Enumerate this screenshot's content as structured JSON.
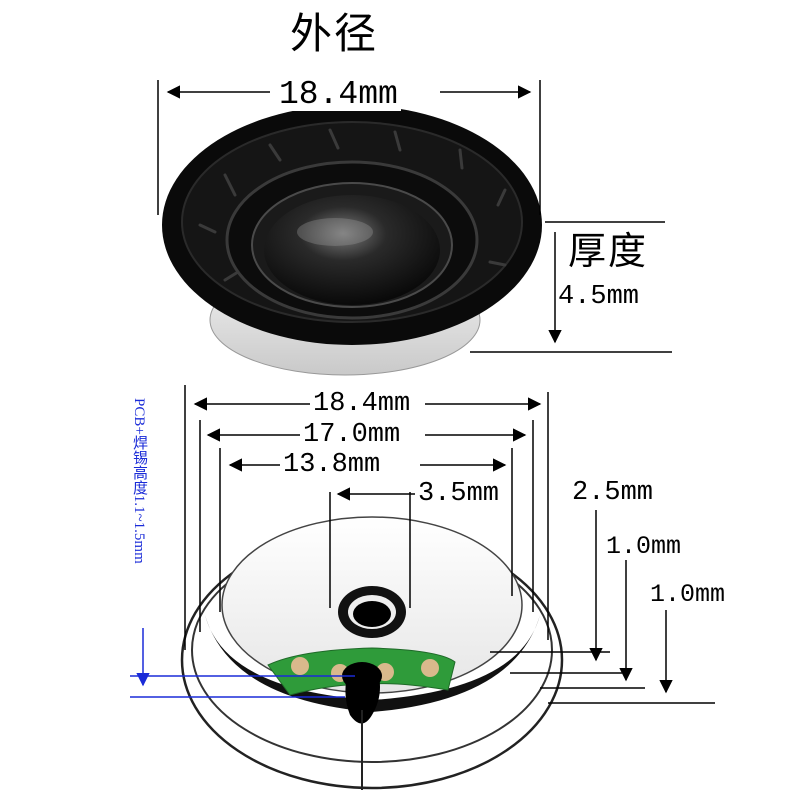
{
  "outer_diameter": {
    "title": "外径",
    "value": "18.4mm"
  },
  "thickness": {
    "title": "厚度",
    "value": "4.5mm"
  },
  "bottom_dims": {
    "d1": "18.4mm",
    "d2": "17.0mm",
    "d3": "13.8mm",
    "d4": "3.5mm",
    "h1": "2.5mm",
    "h2": "1.0mm",
    "h3": "1.0mm"
  },
  "pcb_note": "PCB+焊锡高度1.1~1.5mm",
  "colors": {
    "ink": "#000000",
    "note_blue": "#1a2bd8",
    "pcb_green": "#2f9b3a",
    "pad_gold": "#d9b98c"
  }
}
